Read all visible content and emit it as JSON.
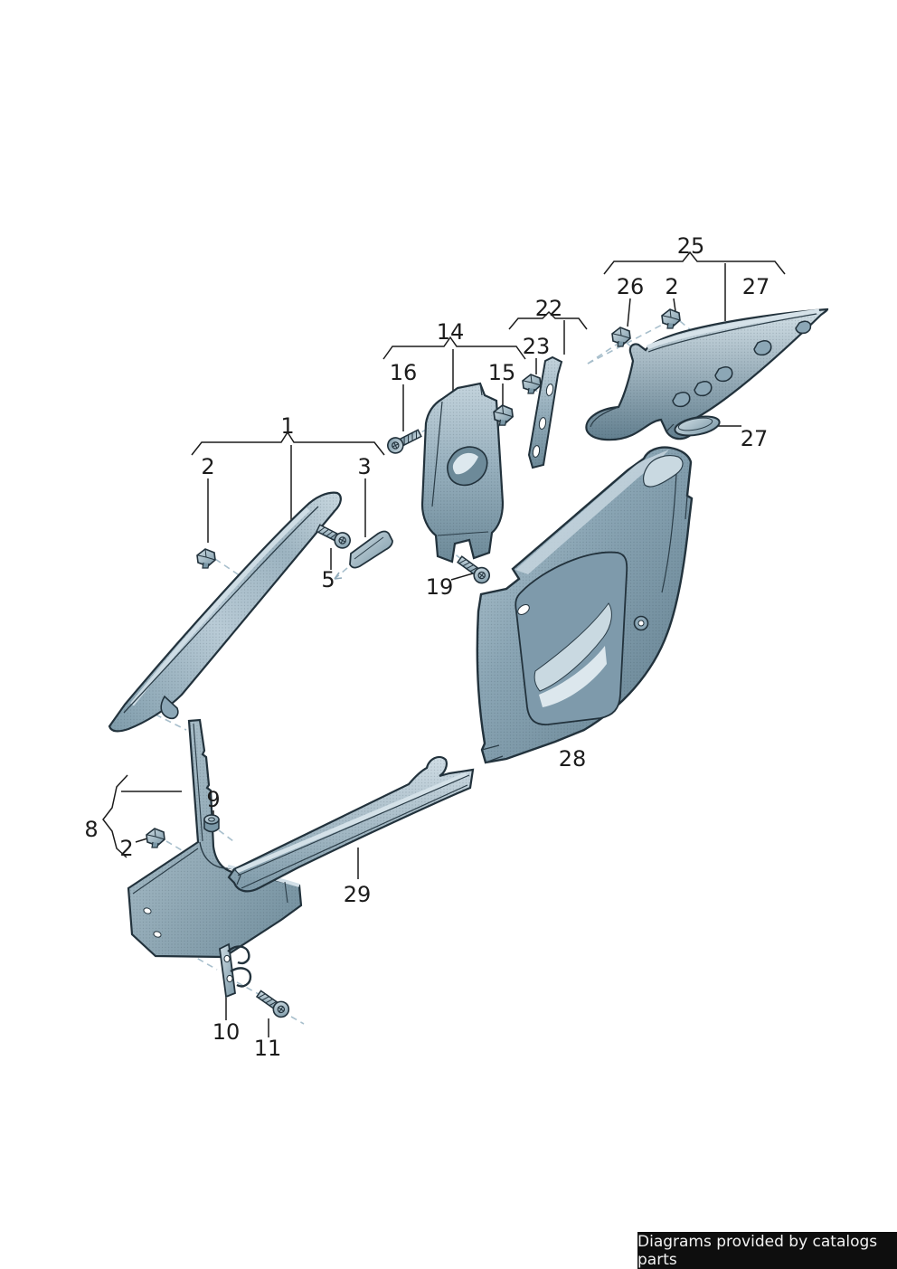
{
  "diagram": {
    "callouts": [
      {
        "part": "a-pillar-trim-group",
        "text": "1"
      },
      {
        "part": "clip-a-pillar",
        "text": "2"
      },
      {
        "part": "end-cap-wedge",
        "text": "3"
      },
      {
        "part": "screw-a-pillar",
        "text": "5"
      },
      {
        "part": "b-pillar-trim-group",
        "text": "14"
      },
      {
        "part": "screw-b-pillar",
        "text": "16"
      },
      {
        "part": "clip-b-pillar",
        "text": "15"
      },
      {
        "part": "screw-lower-b-pillar",
        "text": "19"
      },
      {
        "part": "gap-cover-strip-group",
        "text": "22"
      },
      {
        "part": "clip-strip",
        "text": "23"
      },
      {
        "part": "c-pillar-trim-group",
        "text": "25"
      },
      {
        "part": "clip-c-pillar-front",
        "text": "26"
      },
      {
        "part": "clip-c-pillar",
        "text": "2"
      },
      {
        "part": "c-pillar-trim",
        "text": "27"
      },
      {
        "part": "cover-cap",
        "text": "27"
      },
      {
        "part": "quarter-trim-panel",
        "text": "28"
      },
      {
        "part": "kick-panel-trim-group",
        "text": "8"
      },
      {
        "part": "clip-kick-panel",
        "text": "2"
      },
      {
        "part": "nut-kick-panel",
        "text": "9"
      },
      {
        "part": "sill-trim-strip",
        "text": "29"
      },
      {
        "part": "retaining-bracket",
        "text": "10"
      },
      {
        "part": "bolt-bracket",
        "text": "11"
      }
    ],
    "colors": {
      "outline": "#22323c",
      "part_light": "#cfdde5",
      "part_mid": "#8ca7b6",
      "part_dark": "#5d7b8c",
      "leader_dash": "#a8bfcc",
      "label_text": "#1c1c1c"
    }
  },
  "footer": {
    "text": "Diagrams provided by catalogs parts",
    "bg": "#0e0e0e",
    "fg": "#f2f2f2"
  }
}
